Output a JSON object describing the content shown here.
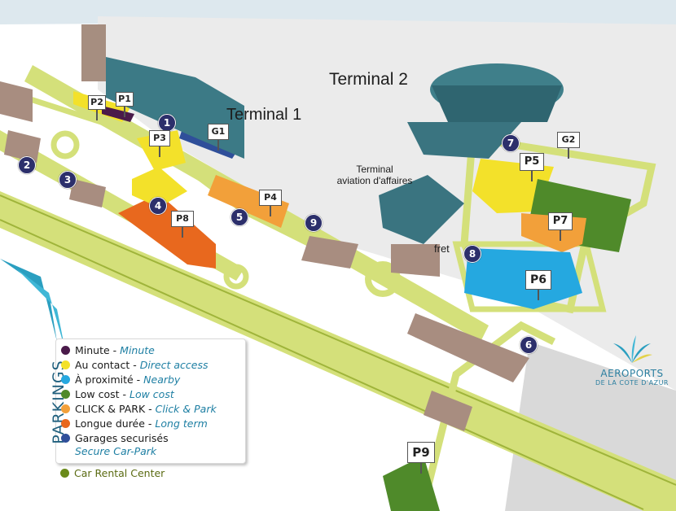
{
  "labels": {
    "terminal2": "Terminal 2",
    "terminal1": "Terminal 1",
    "terminal_affaires_1": "Terminal",
    "terminal_affaires_2": "aviation d'affaires",
    "fret": "fret"
  },
  "badges": [
    "1",
    "2",
    "3",
    "4",
    "5",
    "6",
    "7",
    "8",
    "9"
  ],
  "parking_signs": [
    "P1",
    "P2",
    "P3",
    "P4",
    "P5",
    "P6",
    "P7",
    "P8",
    "P9",
    "G1",
    "G2"
  ],
  "legend": {
    "title": "PARKINGS",
    "items": [
      {
        "fr": "Minute - ",
        "en": "Minute",
        "color": "#4a1a4a"
      },
      {
        "fr": "Au contact  - ",
        "en": "Direct access",
        "color": "#f3e12a"
      },
      {
        "fr": "À proximité - ",
        "en": "Nearby",
        "color": "#25a8e0"
      },
      {
        "fr": "Low cost - ",
        "en": "Low cost",
        "color": "#4f8a2a"
      },
      {
        "fr": "CLICK & PARK - ",
        "en": "Click & Park",
        "color": "#f2a03a"
      },
      {
        "fr": "Longue durée - ",
        "en": "Long term",
        "color": "#e8681e"
      },
      {
        "fr": "Garages securisés",
        "en": "",
        "color": "#2f4f9a"
      },
      {
        "fr": "",
        "en": "Secure Car-Park",
        "color": ""
      }
    ],
    "car_rental": "Car Rental Center"
  },
  "logo": {
    "line1": "AEROPORTS",
    "line2": "DE LA COTE D'AZUR"
  }
}
